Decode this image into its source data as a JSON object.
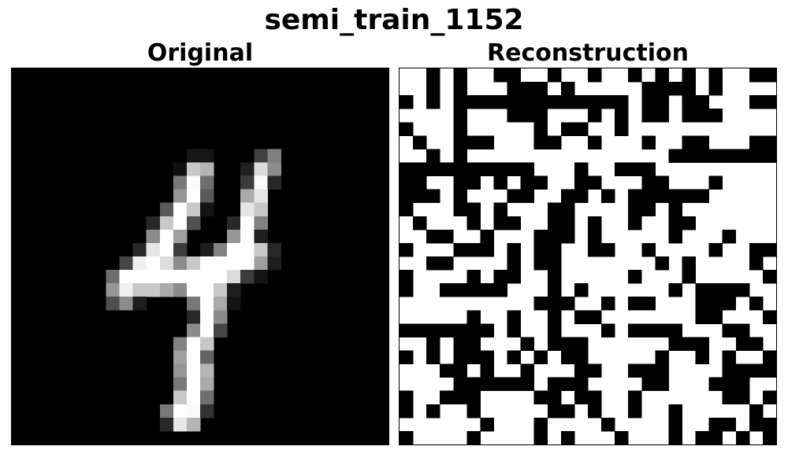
{
  "title": "semi_train_1152",
  "chart_data": [
    {
      "type": "heatmap",
      "title": "Original",
      "colormap": "gray",
      "rows": 28,
      "cols": 28,
      "vmin": 0,
      "vmax": 255,
      "cells": [
        [
          6,
          13,
          22
        ],
        [
          6,
          14,
          22
        ],
        [
          6,
          18,
          64
        ],
        [
          6,
          19,
          128
        ],
        [
          7,
          12,
          16
        ],
        [
          7,
          13,
          200
        ],
        [
          7,
          14,
          180
        ],
        [
          7,
          17,
          32
        ],
        [
          7,
          18,
          220
        ],
        [
          7,
          19,
          140
        ],
        [
          8,
          12,
          120
        ],
        [
          8,
          13,
          250
        ],
        [
          8,
          14,
          110
        ],
        [
          8,
          17,
          60
        ],
        [
          8,
          18,
          250
        ],
        [
          8,
          19,
          40
        ],
        [
          9,
          12,
          150
        ],
        [
          9,
          13,
          255
        ],
        [
          9,
          14,
          90
        ],
        [
          9,
          17,
          170
        ],
        [
          9,
          18,
          230
        ],
        [
          10,
          11,
          90
        ],
        [
          10,
          12,
          255
        ],
        [
          10,
          13,
          200
        ],
        [
          10,
          14,
          20
        ],
        [
          10,
          17,
          230
        ],
        [
          10,
          18,
          200
        ],
        [
          11,
          10,
          40
        ],
        [
          11,
          11,
          200
        ],
        [
          11,
          12,
          255
        ],
        [
          11,
          13,
          80
        ],
        [
          11,
          16,
          40
        ],
        [
          11,
          17,
          255
        ],
        [
          11,
          18,
          130
        ],
        [
          12,
          10,
          140
        ],
        [
          12,
          11,
          255
        ],
        [
          12,
          12,
          160
        ],
        [
          12,
          16,
          150
        ],
        [
          12,
          17,
          255
        ],
        [
          12,
          18,
          30
        ],
        [
          13,
          9,
          40
        ],
        [
          13,
          10,
          230
        ],
        [
          13,
          11,
          255
        ],
        [
          13,
          12,
          60
        ],
        [
          13,
          14,
          30
        ],
        [
          13,
          15,
          130
        ],
        [
          13,
          16,
          255
        ],
        [
          13,
          17,
          255
        ],
        [
          13,
          18,
          200
        ],
        [
          13,
          19,
          40
        ],
        [
          14,
          8,
          70
        ],
        [
          14,
          9,
          240
        ],
        [
          14,
          10,
          255
        ],
        [
          14,
          11,
          220
        ],
        [
          14,
          12,
          140
        ],
        [
          14,
          13,
          200
        ],
        [
          14,
          14,
          255
        ],
        [
          14,
          15,
          255
        ],
        [
          14,
          16,
          255
        ],
        [
          14,
          17,
          255
        ],
        [
          14,
          18,
          160
        ],
        [
          14,
          19,
          30
        ],
        [
          15,
          7,
          110
        ],
        [
          15,
          8,
          255
        ],
        [
          15,
          9,
          255
        ],
        [
          15,
          10,
          255
        ],
        [
          15,
          11,
          255
        ],
        [
          15,
          12,
          255
        ],
        [
          15,
          13,
          255
        ],
        [
          15,
          14,
          255
        ],
        [
          15,
          15,
          255
        ],
        [
          15,
          16,
          220
        ],
        [
          15,
          17,
          60
        ],
        [
          15,
          18,
          20
        ],
        [
          16,
          7,
          150
        ],
        [
          16,
          8,
          240
        ],
        [
          16,
          9,
          200
        ],
        [
          16,
          10,
          200
        ],
        [
          16,
          11,
          170
        ],
        [
          16,
          12,
          140
        ],
        [
          16,
          13,
          255
        ],
        [
          16,
          14,
          255
        ],
        [
          16,
          15,
          200
        ],
        [
          16,
          16,
          30
        ],
        [
          17,
          7,
          80
        ],
        [
          17,
          8,
          140
        ],
        [
          17,
          9,
          30
        ],
        [
          17,
          13,
          120
        ],
        [
          17,
          14,
          255
        ],
        [
          17,
          15,
          170
        ],
        [
          17,
          16,
          20
        ],
        [
          18,
          13,
          40
        ],
        [
          18,
          14,
          255
        ],
        [
          18,
          15,
          140
        ],
        [
          19,
          13,
          140
        ],
        [
          19,
          14,
          255
        ],
        [
          19,
          15,
          70
        ],
        [
          20,
          12,
          130
        ],
        [
          20,
          13,
          255
        ],
        [
          20,
          14,
          200
        ],
        [
          21,
          12,
          160
        ],
        [
          21,
          13,
          255
        ],
        [
          21,
          14,
          100
        ],
        [
          22,
          12,
          150
        ],
        [
          22,
          13,
          255
        ],
        [
          22,
          14,
          180
        ],
        [
          23,
          12,
          120
        ],
        [
          23,
          13,
          255
        ],
        [
          23,
          14,
          170
        ],
        [
          24,
          12,
          200
        ],
        [
          24,
          13,
          255
        ],
        [
          24,
          14,
          110
        ],
        [
          25,
          11,
          120
        ],
        [
          25,
          12,
          255
        ],
        [
          25,
          13,
          250
        ],
        [
          25,
          14,
          50
        ],
        [
          26,
          11,
          40
        ],
        [
          26,
          12,
          230
        ],
        [
          26,
          13,
          180
        ]
      ]
    },
    {
      "type": "heatmap",
      "title": "Reconstruction",
      "colormap": "binary",
      "rows": 28,
      "cols": 28,
      "grid": [
        "1101011001101101101010101100",
        "1101011100010111110000101111",
        "0101000000000000010010011100",
        "1111011100011101010010001111",
        "0111011111010011011111111111",
        "1011000111001101110110011100",
        "1101011111111111111100000000",
        "0000000000111011000111111111",
        "0011001010011001110011101111",
        "0001011100110010100000011111",
        "0111001011100111100101111111",
        "1011101001100101101100111111",
        "1100110111000101111101110111",
        "0111000101001100110111101100",
        "1100111101001111111010111101",
        "0111101001101111101110111110",
        "0110000011101011111101000011",
        "1111111111000110100111000101",
        "1111101101101001111111001110",
        "0000000101101110100001110011",
        "1101001110100011111100011001",
        "0101000101010011111011010110",
        "1110010110111001100011110000",
        "1111000000100011110011100011",
        "0110001111001001101111110010",
        "0101101111100101101101111101",
        "1111110111011110111101100100",
        "0111101111010111011101001010"
      ]
    }
  ]
}
